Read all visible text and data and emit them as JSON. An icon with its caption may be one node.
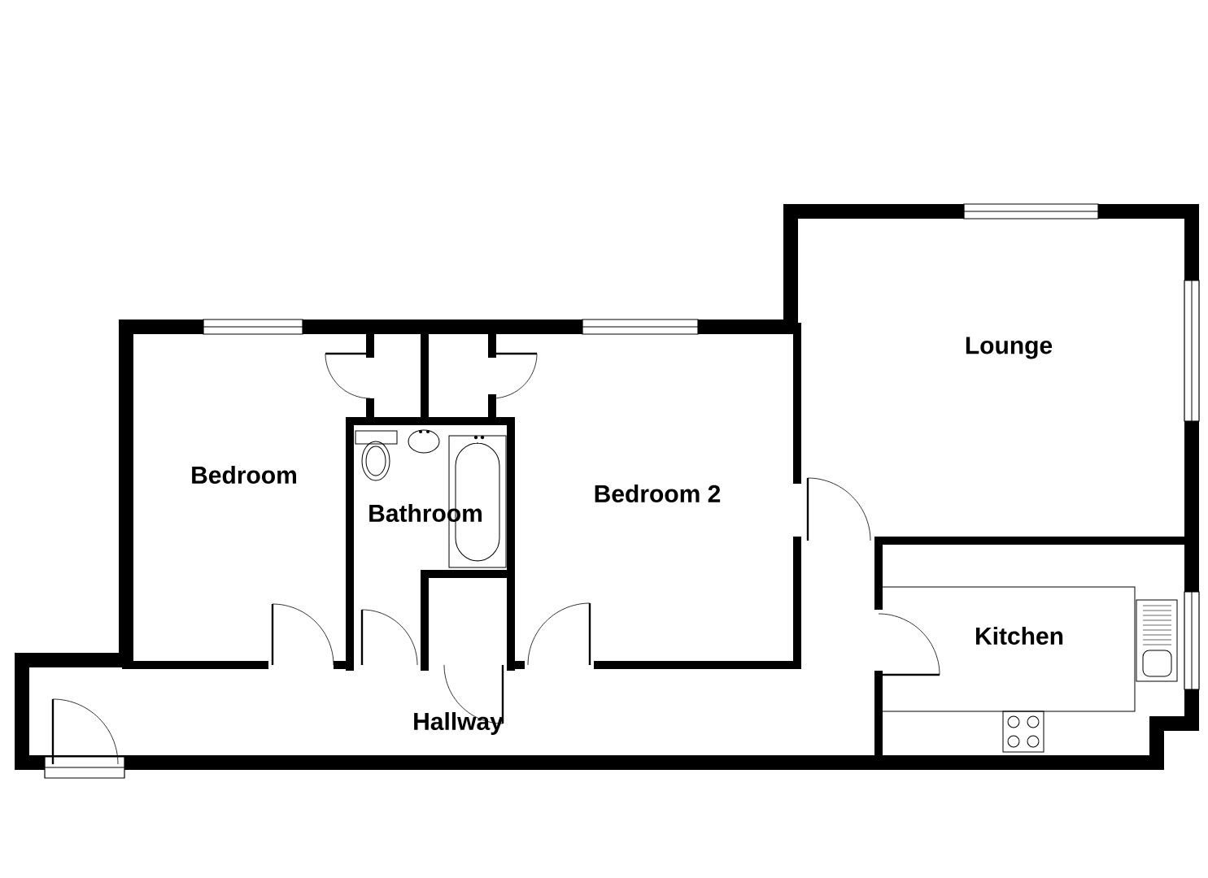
{
  "diagram": {
    "labels": [
      "Lounge",
      "Bedroom",
      "Bathroom",
      "Bedroom 2",
      "Kitchen",
      "Hallway"
    ]
  }
}
